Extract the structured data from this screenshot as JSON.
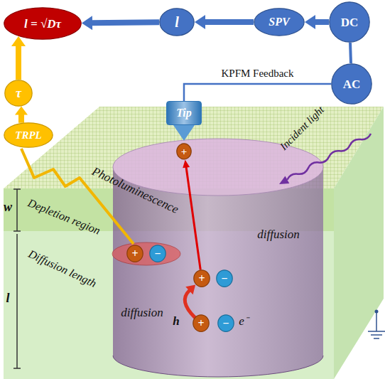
{
  "diagram": {
    "nodes": [
      {
        "text": [
          "DC"
        ]
      },
      {
        "text": [
          "SPV"
        ]
      },
      {
        "text": [
          "l"
        ]
      },
      {
        "text": [
          "l = √Dτ"
        ]
      },
      {
        "text": [
          "AC"
        ]
      },
      {
        "text": [
          "τ"
        ]
      },
      {
        "text": [
          "TRPL"
        ]
      },
      {
        "text": [
          "Tip"
        ]
      },
      {
        "text": [
          "+"
        ]
      },
      {
        "text": [
          "+"
        ]
      },
      {
        "text": [
          "−"
        ]
      },
      {
        "text": [
          "+"
        ]
      },
      {
        "text": [
          "−"
        ]
      },
      {
        "text": [
          "+"
        ]
      },
      {
        "text": [
          "−"
        ]
      }
    ],
    "edges": [
      {
        "from": 0,
        "to": 1,
        "arrow": "to"
      },
      {
        "from": 1,
        "to": 2,
        "arrow": "to"
      },
      {
        "from": 2,
        "to": 3,
        "arrow": "to"
      },
      {
        "from": 0,
        "to": 4,
        "arrow": "none"
      },
      {
        "from": 6,
        "to": 5,
        "arrow": "to"
      },
      {
        "from": 5,
        "to": 3,
        "arrow": "to"
      },
      {
        "from": 4,
        "to": 7,
        "arrow": "none",
        "label": "KPFM Feedback"
      },
      {
        "from": 11,
        "to": 8,
        "arrow": "to"
      },
      {
        "from": 13,
        "to": 11,
        "arrow": "to"
      }
    ],
    "labels": [
      "Incident light",
      "Photoluminescence",
      "w",
      "Depletion region",
      "l",
      "Diffusion length",
      "diffusion",
      "diffusion",
      "h",
      "e⁻"
    ]
  }
}
